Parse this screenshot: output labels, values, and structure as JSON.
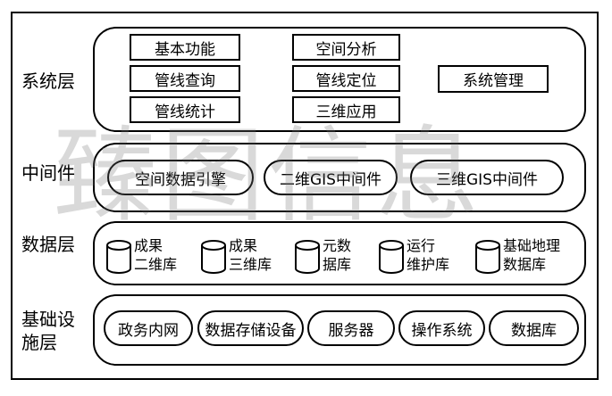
{
  "watermark": "臻图信息",
  "layers": {
    "system": {
      "label": "系统层",
      "items": [
        "基本功能",
        "空间分析",
        "管线查询",
        "管线定位",
        "系统管理",
        "管线统计",
        "三维应用"
      ]
    },
    "middleware": {
      "label": "中间件",
      "items": [
        "空间数据引擎",
        "二维GIS中间件",
        "三维GIS中间件"
      ]
    },
    "data": {
      "label": "数据层",
      "items": [
        "成果\n二维库",
        "成果\n三维库",
        "元数\n据库",
        "运行\n维护库",
        "基础地理\n数据库"
      ]
    },
    "infra": {
      "label_line1": "基础设",
      "label_line2": "施层",
      "items": [
        "政务内网",
        "数据存储设备",
        "服务器",
        "操作系统",
        "数据库"
      ]
    }
  }
}
